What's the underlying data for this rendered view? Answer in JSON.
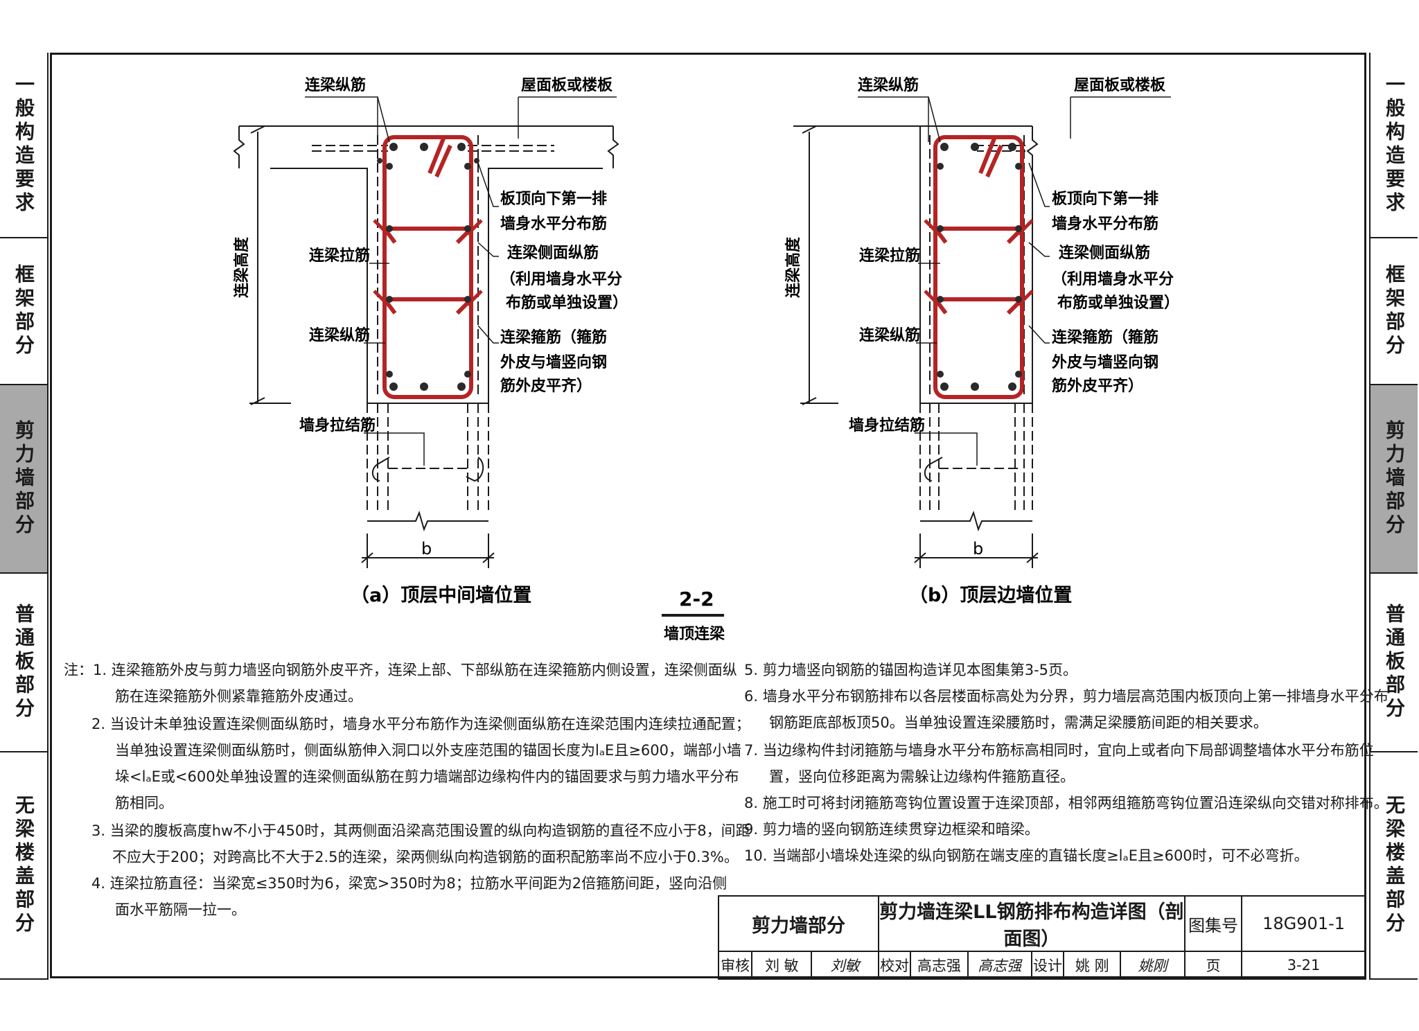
{
  "left_tabs": [
    {
      "label": "一般构造要求",
      "active": false
    },
    {
      "label": "框架部分",
      "active": false
    },
    {
      "label": "剪力墙部分",
      "active": true
    },
    {
      "label": "普通板部分",
      "active": false
    },
    {
      "label": "无梁楼盖部分",
      "active": false
    }
  ],
  "right_tabs": [
    {
      "label": "一般构造要求",
      "active": false
    },
    {
      "label": "框架部分",
      "active": false
    },
    {
      "label": "剪力墙部分",
      "active": true
    },
    {
      "label": "普通板部分",
      "active": false
    },
    {
      "label": "无梁楼盖部分",
      "active": false
    }
  ],
  "diagram_a": {
    "lbl_top_long": "连梁纵筋",
    "lbl_slab": "屋面板或楼板",
    "lbl_height": "连梁高度",
    "lbl_tie": "连梁拉筋",
    "lbl_bottom_long": "连梁纵筋",
    "lbl_wall_tie": "墙身拉结筋",
    "lbl_first_row_1": "板顶向下第一排",
    "lbl_first_row_2": "墙身水平分布筋",
    "lbl_side_1": "连梁侧面纵筋",
    "lbl_side_2": "（利用墙身水平分",
    "lbl_side_3": "布筋或单独设置）",
    "lbl_stirrup_1": "连梁箍筋（箍筋",
    "lbl_stirrup_2": "外皮与墙竖向钢",
    "lbl_stirrup_3": "筋外皮平齐）",
    "lbl_b": "b",
    "caption": "（a）顶层中间墙位置"
  },
  "diagram_b": {
    "lbl_top_long": "连梁纵筋",
    "lbl_slab": "屋面板或楼板",
    "lbl_height": "连梁高度",
    "lbl_tie": "连梁拉筋",
    "lbl_bottom_long": "连梁纵筋",
    "lbl_wall_tie": "墙身拉结筋",
    "lbl_first_row_1": "板顶向下第一排",
    "lbl_first_row_2": "墙身水平分布筋",
    "lbl_side_1": "连梁侧面纵筋",
    "lbl_side_2": "（利用墙身水平分",
    "lbl_side_3": "布筋或单独设置）",
    "lbl_stirrup_1": "连梁箍筋（箍筋",
    "lbl_stirrup_2": "外皮与墙竖向钢",
    "lbl_stirrup_3": "筋外皮平齐）",
    "lbl_b": "b",
    "caption": "（b）顶层边墙位置"
  },
  "section_mark": {
    "number": "2-2",
    "name": "墙顶连梁"
  },
  "notes_left": [
    "注：1. 连梁箍筋外皮与剪力墙竖向钢筋外皮平齐，连梁上部、下部纵筋在连梁箍筋内侧设置，连梁侧面纵",
    "筋在连梁箍筋外侧紧靠箍筋外皮通过。",
    "2. 当设计未单独设置连梁侧面纵筋时，墙身水平分布筋作为连梁侧面纵筋在连梁范围内连续拉通配置；",
    "当单独设置连梁侧面纵筋时，侧面纵筋伸入洞口以外支座范围的锚固长度为lₐE且≥600，端部小墙",
    "垛<lₐE或<600处单独设置的连梁侧面纵筋在剪力墙端部边缘构件内的锚固要求与剪力墙水平分布",
    "筋相同。",
    "3. 当梁的腹板高度hw不小于450时，其两侧面沿梁高范围设置的纵向构造钢筋的直径不应小于8，间距",
    "不应大于200；对跨高比不大于2.5的连梁，梁两侧纵向构造钢筋的面积配筋率尚不应小于0.3%。",
    "4. 连梁拉筋直径：当梁宽≤350时为6，梁宽>350时为8；拉筋水平间距为2倍箍筋间距，竖向沿侧",
    "面水平筋隔一拉一。"
  ],
  "notes_right": [
    "5. 剪力墙竖向钢筋的锚固构造详见本图集第3-5页。",
    "6. 墙身水平分布钢筋排布以各层楼面标高处为分界，剪力墙层高范围内板顶向上第一排墙身水平分布",
    "钢筋距底部板顶50。当单独设置连梁腰筋时，需满足梁腰筋间距的相关要求。",
    "7. 当边缘构件封闭箍筋与墙身水平分布筋标高相同时，宜向上或者向下局部调整墙体水平分布筋位",
    "置，竖向位移距离为需躲让边缘构件箍筋直径。",
    "8. 施工时可将封闭箍筋弯钩位置设置于连梁顶部，相邻两组箍筋弯钩位置沿连梁纵向交错对称排布。",
    "9. 剪力墙的竖向钢筋连续贯穿边框梁和暗梁。",
    "10. 当端部小墙垛处连梁的纵向钢筋在端支座的直锚长度≥lₐE且≥600时，可不必弯折。"
  ],
  "title_block": {
    "section": "剪力墙部分",
    "title": "剪力墙连梁LL钢筋排布构造详图（剖面图）",
    "atlas_label": "图集号",
    "atlas_no": "18G901-1",
    "review_label": "审核",
    "reviewer": "刘 敏",
    "reviewer_sign": "刘敏",
    "check_label": "校对",
    "checker": "高志强",
    "checker_sign": "高志强",
    "design_label": "设计",
    "designer": "姚 刚",
    "designer_sign": "姚刚",
    "page_label": "页",
    "page_no": "3-21"
  },
  "colors": {
    "rebar": "#b52424",
    "line": "#1a1a1a",
    "active_tab": "#a9a9a9"
  }
}
